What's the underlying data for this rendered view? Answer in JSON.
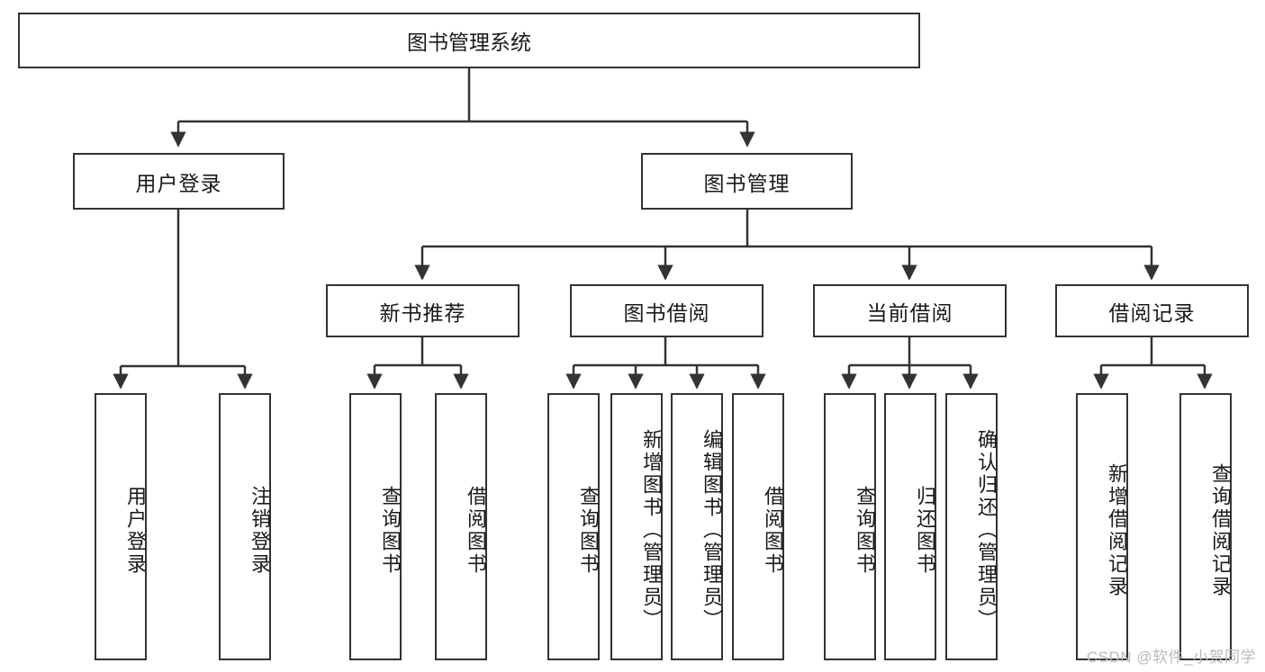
{
  "diagram": {
    "title": "图书管理系统",
    "type": "hierarchy-tree",
    "watermark": "CSDN @软件_小贺同学",
    "colors": {
      "box_border": "#333333",
      "box_fill": "#ffffff",
      "connector": "#333333",
      "text": "#1a1a1a",
      "watermark": "#b9b9b9"
    },
    "levels": {
      "root": {
        "label": "图书管理系统"
      },
      "level2": [
        {
          "label": "用户登录"
        },
        {
          "label": "图书管理"
        }
      ],
      "level3": [
        {
          "label": "新书推荐"
        },
        {
          "label": "图书借阅"
        },
        {
          "label": "当前借阅"
        },
        {
          "label": "借阅记录"
        }
      ],
      "leaves": {
        "user_login": [
          {
            "label": "用户登录"
          },
          {
            "label": "注销登录"
          }
        ],
        "new_book": [
          {
            "label": "查询图书"
          },
          {
            "label": "借阅图书"
          }
        ],
        "book_borrow": [
          {
            "label": "查询图书"
          },
          {
            "label": "新增图书（管理员）"
          },
          {
            "label": "编辑图书（管理员）"
          },
          {
            "label": "借阅图书"
          }
        ],
        "current_borrow": [
          {
            "label": "查询图书"
          },
          {
            "label": "归还图书"
          },
          {
            "label": "确认归还（管理员）"
          }
        ],
        "borrow_record": [
          {
            "label": "新增借阅记录"
          },
          {
            "label": "查询借阅记录"
          }
        ]
      }
    }
  }
}
